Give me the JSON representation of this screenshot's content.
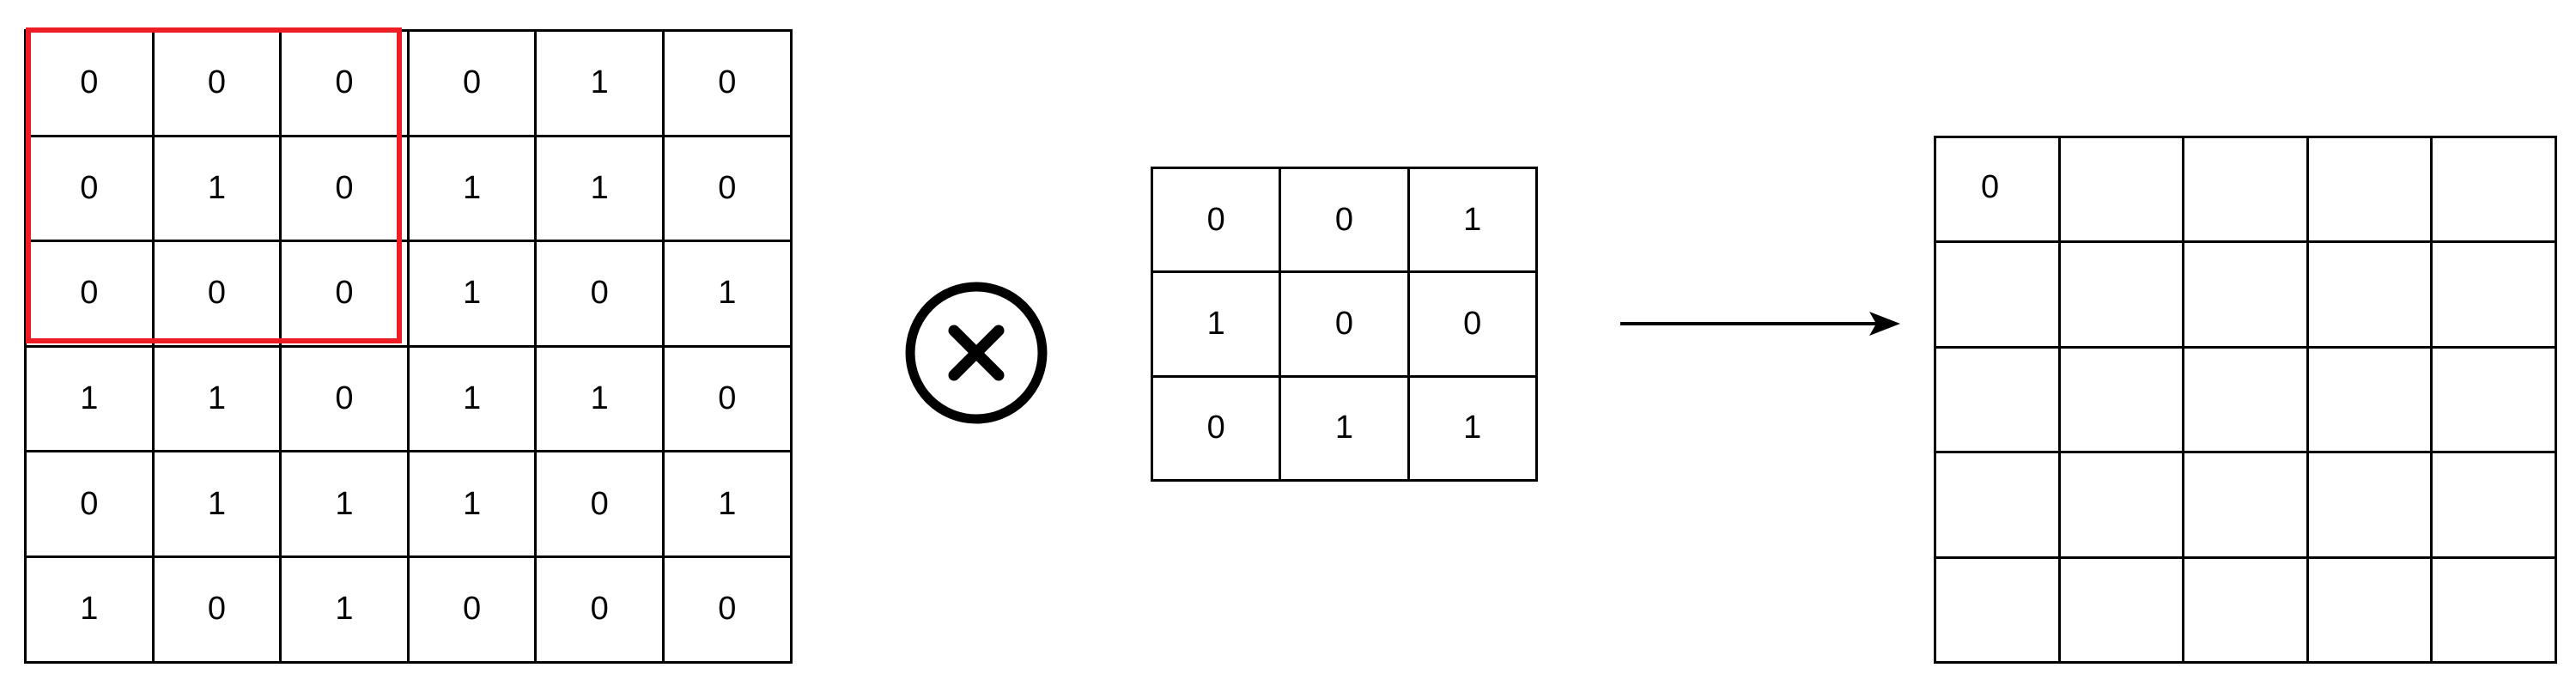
{
  "input_matrix": {
    "rows": [
      [
        "0",
        "0",
        "0",
        "0",
        "1",
        "0"
      ],
      [
        "0",
        "1",
        "0",
        "1",
        "1",
        "0"
      ],
      [
        "0",
        "0",
        "0",
        "1",
        "0",
        "1"
      ],
      [
        "1",
        "1",
        "0",
        "1",
        "1",
        "0"
      ],
      [
        "0",
        "1",
        "1",
        "1",
        "0",
        "1"
      ],
      [
        "1",
        "0",
        "1",
        "0",
        "0",
        "0"
      ]
    ],
    "highlight_color": "#ee1c24"
  },
  "operator": {
    "symbol": "⊗",
    "icon": "circled-times-icon"
  },
  "kernel_matrix": {
    "rows": [
      [
        "0",
        "0",
        "1"
      ],
      [
        "1",
        "0",
        "0"
      ],
      [
        "0",
        "1",
        "1"
      ]
    ]
  },
  "arrow": {
    "icon": "right-arrow-icon"
  },
  "output_matrix": {
    "rows": [
      [
        "0",
        "",
        "",
        "",
        ""
      ],
      [
        "",
        "",
        "",
        "",
        ""
      ],
      [
        "",
        "",
        "",
        "",
        ""
      ],
      [
        "",
        "",
        "",
        "",
        ""
      ],
      [
        "",
        "",
        "",
        "",
        ""
      ]
    ]
  }
}
